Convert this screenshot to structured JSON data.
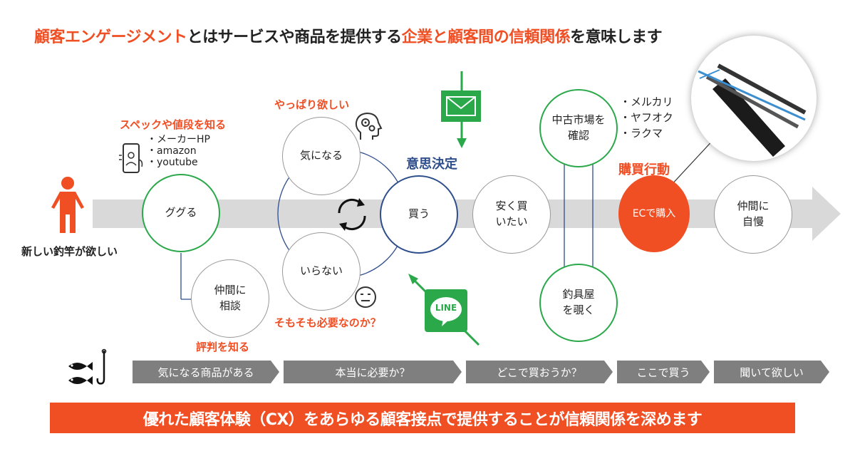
{
  "title": {
    "p1": "顧客エンゲージメント",
    "p2": "とはサービスや商品を提供する",
    "p3": "企業と顧客間の信頼関係",
    "p4": "を意味します"
  },
  "person_caption": "新しい釣竿が欲しい",
  "labels": {
    "spec": "スペックや値段を知る",
    "yappari": "やっぱり欲しい",
    "sosomo": "そもそも必要なのか？",
    "hyoban": "評判を知る",
    "ishikettei": "意思決定",
    "kobai": "購買行動"
  },
  "sources": [
    "・メーカーHP",
    "・amazon",
    "・youtube"
  ],
  "marketplaces": [
    "・メルカリ",
    "・ヤフオク",
    "・ラクマ"
  ],
  "nodes": {
    "guguru": "ググる",
    "kininaru": "気になる",
    "iranai": "いらない",
    "nakama_sodan": "仲間に\n相談",
    "kau": "買う",
    "yasuku": "安く買\nいたい",
    "chuko": "中古市場を\n確認",
    "tsurigu": "釣具屋\nを覗く",
    "ec": "ECで購入",
    "jiman": "仲間に\n自慢"
  },
  "line_label": "LINE",
  "stages": [
    "気になる商品がある",
    "本当に必要か？",
    "どこで買おうか？",
    "ここで買う",
    "聞いて欲しい"
  ],
  "banner": "優れた顧客体験（CX）をあらゆる顧客接点で提供することが信頼関係を深めます",
  "colors": {
    "accent": "#f04e23",
    "green": "#2aa84a",
    "navy": "#2e4e8c",
    "gray_arrow": "#d9d9d9",
    "stage": "#7f7f7f"
  },
  "icons": [
    "person-icon",
    "smartphone-icon",
    "head-gears-icon",
    "cycle-arrows-icon",
    "mail-icon",
    "line-icon",
    "neutral-face-icon",
    "fishing-rod-photo",
    "fish-hook-icon"
  ]
}
